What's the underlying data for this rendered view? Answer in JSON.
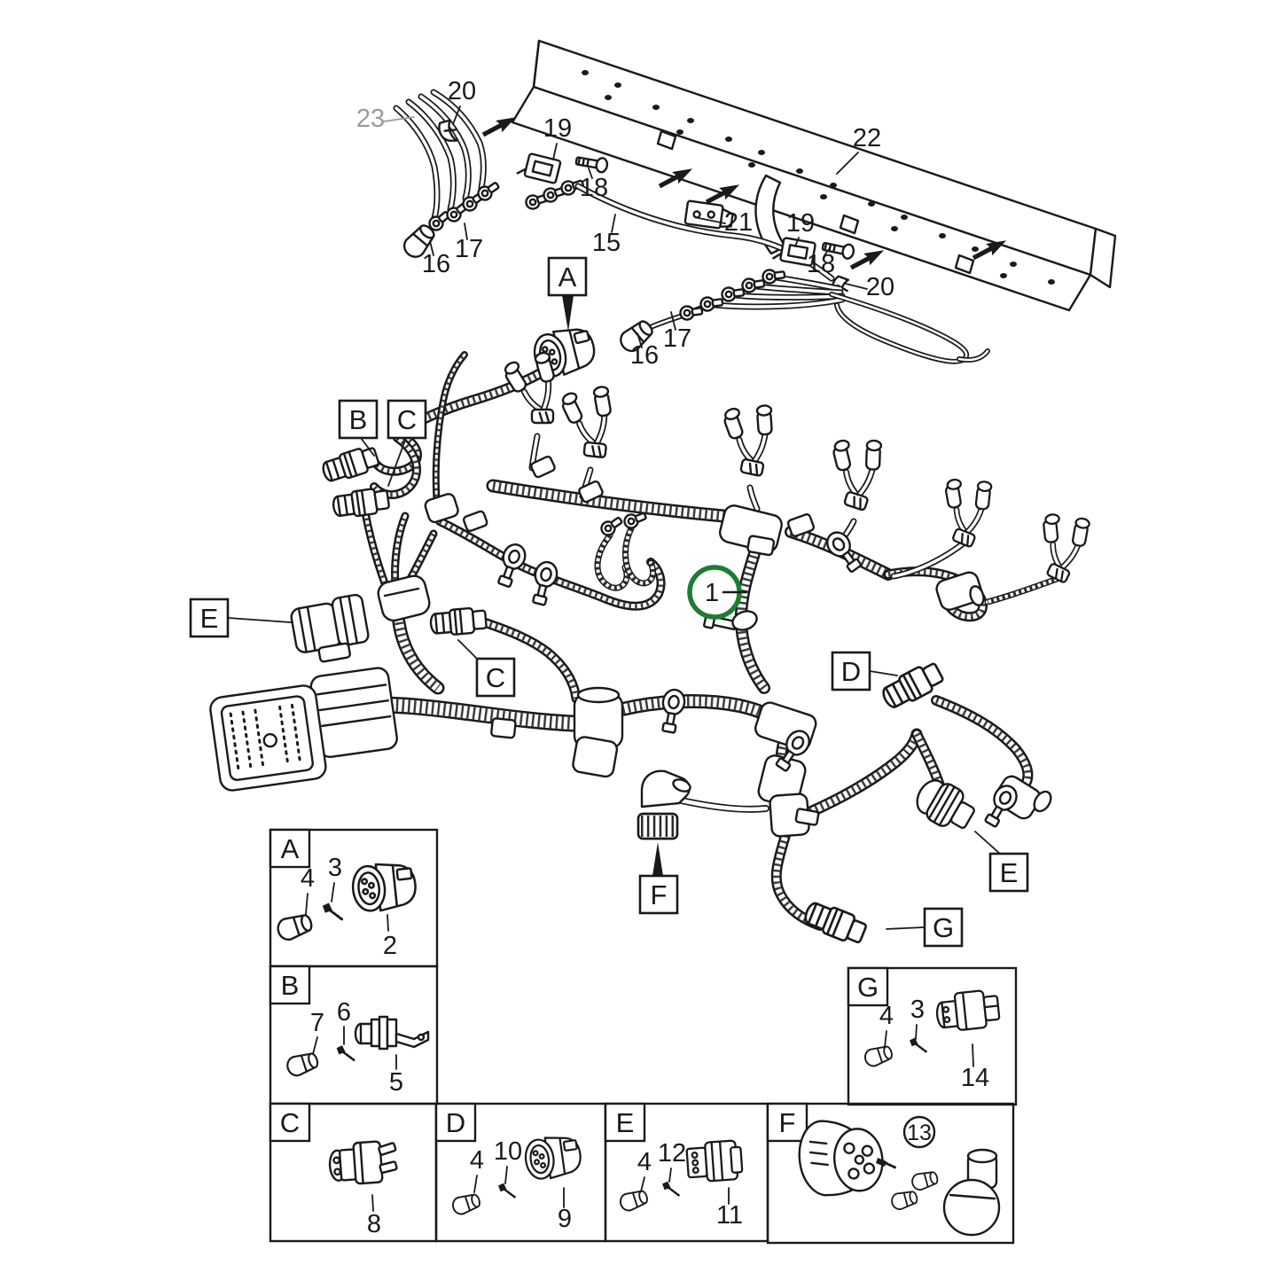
{
  "figure": {
    "type": "wiring-harness-parts-diagram",
    "colors": {
      "ink": "#1a1a1a",
      "muted": "#9a9a9a",
      "highlight": "#1e7d33",
      "background": "#ffffff"
    }
  },
  "top_labels": [
    {
      "text": "20"
    },
    {
      "text": "23"
    },
    {
      "text": "19"
    },
    {
      "text": "18"
    },
    {
      "text": "15"
    },
    {
      "text": "17"
    },
    {
      "text": "16"
    },
    {
      "text": "21"
    },
    {
      "text": "22"
    },
    {
      "text": "19"
    },
    {
      "text": "18"
    },
    {
      "text": "20"
    },
    {
      "text": "17"
    },
    {
      "text": "16"
    }
  ],
  "callouts": [
    {
      "letter": "A"
    },
    {
      "letter": "B"
    },
    {
      "letter": "C"
    },
    {
      "letter": "E"
    },
    {
      "letter": "C"
    },
    {
      "letter": "D"
    },
    {
      "letter": "E"
    },
    {
      "letter": "F"
    },
    {
      "letter": "G"
    }
  ],
  "highlight": {
    "label": "1"
  },
  "detail_boxes": [
    {
      "letter": "A",
      "parts": [
        {
          "n": "4"
        },
        {
          "n": "3"
        },
        {
          "n": "2"
        }
      ]
    },
    {
      "letter": "B",
      "parts": [
        {
          "n": "7"
        },
        {
          "n": "6"
        },
        {
          "n": "5"
        }
      ]
    },
    {
      "letter": "C",
      "parts": [
        {
          "n": "8"
        }
      ]
    },
    {
      "letter": "D",
      "parts": [
        {
          "n": "4"
        },
        {
          "n": "10"
        },
        {
          "n": "9"
        }
      ]
    },
    {
      "letter": "E",
      "parts": [
        {
          "n": "4"
        },
        {
          "n": "12"
        },
        {
          "n": "11"
        }
      ]
    },
    {
      "letter": "F",
      "parts": [
        {
          "n": "13"
        }
      ]
    },
    {
      "letter": "G",
      "parts": [
        {
          "n": "4"
        },
        {
          "n": "3"
        },
        {
          "n": "14"
        }
      ]
    }
  ]
}
